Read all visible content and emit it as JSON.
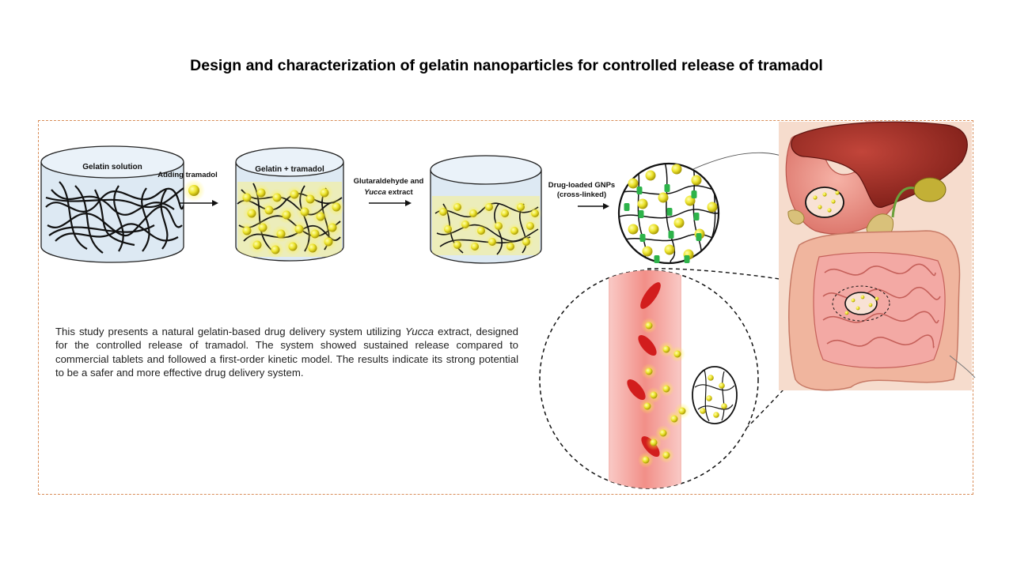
{
  "title": "Design and characterization of gelatin nanoparticles for controlled release of tramadol",
  "steps": {
    "beaker1_label": "Gelatin solution",
    "arrow1_label": "Adding tramadol",
    "beaker2_label": "Gelatin + tramadol",
    "arrow2_label_line1": "Glutaraldehyde and",
    "arrow2_label_line2_italic": "Yucca",
    "arrow2_label_line2_rest": " extract",
    "beaker3_label": "",
    "arrow3_label_line1": "Drug-loaded GNPs",
    "arrow3_label_line2": "(cross-linked)"
  },
  "abstract": {
    "part1": "This study presents a natural gelatin-based drug delivery system utilizing ",
    "italic": "Yucca",
    "part2": " extract, designed for the controlled release of tramadol. The system showed sustained release compared to commercial tablets and followed a first-order kinetic model. The results indicate its strong potential to be a safer and more effective drug delivery system."
  },
  "colors": {
    "frame_border": "#d98e5a",
    "beaker_fill": "#dde9f3",
    "drug_yellow": "#f2e23a",
    "crosslink_green": "#2db34a",
    "blood_red": "#d42020",
    "vessel_pink": "#f6b8b6"
  },
  "icons": [
    "beaker-icon",
    "drug-particle-icon",
    "arrow-right-icon",
    "nanoparticle-icon",
    "digestive-organs-icon",
    "blood-vessel-icon"
  ]
}
